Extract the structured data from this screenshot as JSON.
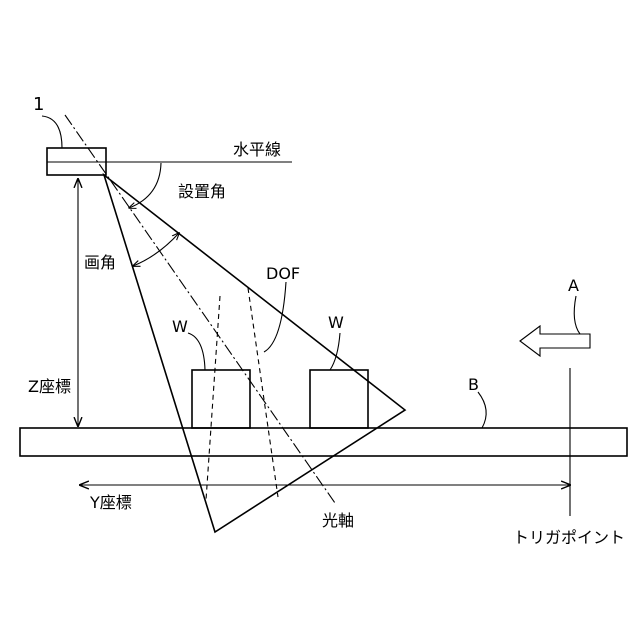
{
  "labels": {
    "camera": "1",
    "horizontal_line": "水平線",
    "installation_angle": "設置角",
    "view_angle": "画角",
    "dof": "DOF",
    "workpiece_left": "W",
    "workpiece_right": "W",
    "direction": "A",
    "conveyor": "B",
    "z_coordinate": "Z座標",
    "y_coordinate": "Y座標",
    "optical_axis": "光軸",
    "trigger_point": "トリガポイント"
  }
}
